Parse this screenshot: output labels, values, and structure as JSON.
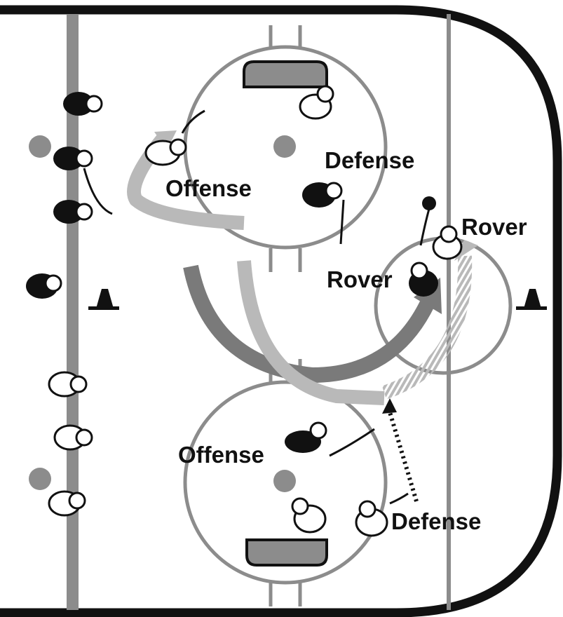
{
  "labels": {
    "offense_top": "Offense",
    "defense_top": "Defense",
    "rover_right": "Rover",
    "rover_left": "Rover",
    "offense_bottom": "Offense",
    "defense_bottom": "Defense"
  },
  "colors": {
    "board": "#111111",
    "line_gray": "#8c8c8c",
    "path_dark": "#7a7a7a",
    "path_light": "#b9b9b9",
    "puck": "#111111"
  },
  "icons": [
    "cone-icon",
    "puck-icon",
    "faceoff-dot-icon",
    "player-icon"
  ]
}
